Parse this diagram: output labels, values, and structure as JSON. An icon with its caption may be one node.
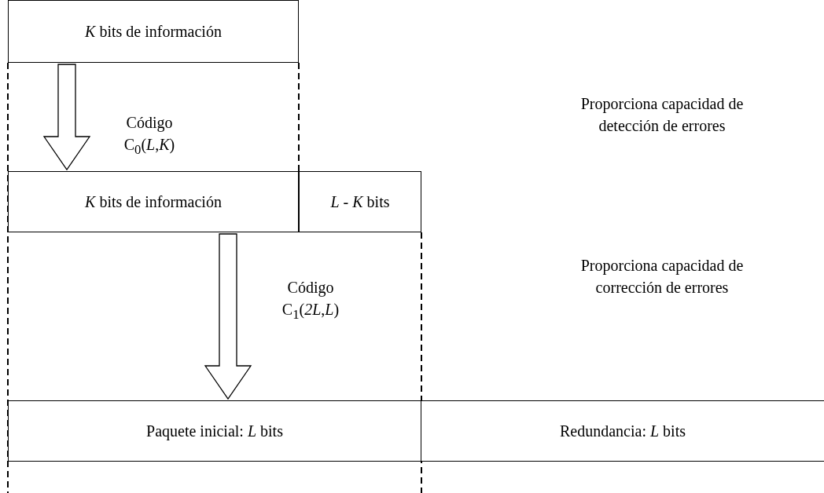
{
  "diagram": {
    "nodes": [
      {
        "text": [
          "*K* bits de información"
        ]
      },
      {
        "text": [
          "*K* bits de información"
        ]
      },
      {
        "text": [
          "*L* - *K* bits"
        ]
      },
      {
        "text": [
          "Paquete inicial:   *L* bits"
        ]
      },
      {
        "text": [
          "Redundancia: *L* bits"
        ]
      }
    ],
    "edges": [
      {
        "from": 0,
        "to": 1,
        "arrow": "to",
        "label": "Código C$_{0}$(*L*,*K*)"
      },
      {
        "from": 1,
        "to": 3,
        "arrow": "to",
        "label": "Código C$_{1}$(*2L*,*L*)"
      }
    ],
    "labels": [
      "Proporciona capacidad de detección de errores",
      "Proporciona capacidad de corrección de errores"
    ]
  }
}
